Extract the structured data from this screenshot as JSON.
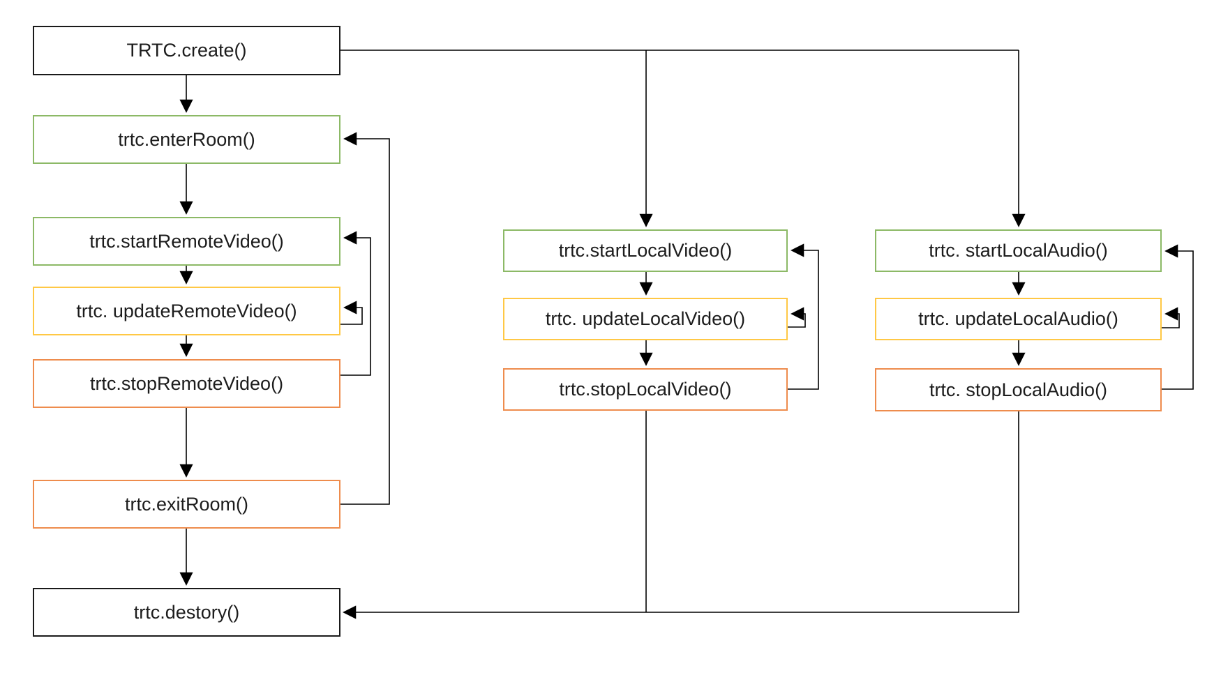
{
  "diagram": {
    "title": "TRTC API lifecycle flowchart",
    "colors": {
      "lifecycle_border": "#1a1a1a",
      "start_border": "#8CB966",
      "update_border": "#FFC845",
      "stop_border": "#EE8C4D",
      "connector": "#000000",
      "background": "#ffffff",
      "text": "#1c1c1c"
    },
    "nodes": {
      "create": {
        "label": "TRTC.create()"
      },
      "enterRoom": {
        "label": "trtc.enterRoom()"
      },
      "startRemoteVideo": {
        "label": "trtc.startRemoteVideo()"
      },
      "updateRemoteVideo": {
        "label": "trtc. updateRemoteVideo()"
      },
      "stopRemoteVideo": {
        "label": "trtc.stopRemoteVideo()"
      },
      "exitRoom": {
        "label": "trtc.exitRoom()"
      },
      "destory": {
        "label": "trtc.destory()"
      },
      "startLocalVideo": {
        "label": "trtc.startLocalVideo()"
      },
      "updateLocalVideo": {
        "label": "trtc. updateLocalVideo()"
      },
      "stopLocalVideo": {
        "label": "trtc.stopLocalVideo()"
      },
      "startLocalAudio": {
        "label": "trtc. startLocalAudio()"
      },
      "updateLocalAudio": {
        "label": "trtc. updateLocalAudio()"
      },
      "stopLocalAudio": {
        "label": "trtc. stopLocalAudio()"
      }
    },
    "edges": [
      {
        "from": "create",
        "to": "enterRoom",
        "type": "flow"
      },
      {
        "from": "create",
        "to": "startLocalVideo",
        "type": "flow"
      },
      {
        "from": "create",
        "to": "startLocalAudio",
        "type": "flow"
      },
      {
        "from": "enterRoom",
        "to": "startRemoteVideo",
        "type": "flow"
      },
      {
        "from": "startRemoteVideo",
        "to": "updateRemoteVideo",
        "type": "flow"
      },
      {
        "from": "updateRemoteVideo",
        "to": "updateRemoteVideo",
        "type": "self-loop"
      },
      {
        "from": "updateRemoteVideo",
        "to": "stopRemoteVideo",
        "type": "flow"
      },
      {
        "from": "stopRemoteVideo",
        "to": "startRemoteVideo",
        "type": "loop-back"
      },
      {
        "from": "stopRemoteVideo",
        "to": "exitRoom",
        "type": "flow"
      },
      {
        "from": "exitRoom",
        "to": "enterRoom",
        "type": "loop-back"
      },
      {
        "from": "exitRoom",
        "to": "destory",
        "type": "flow"
      },
      {
        "from": "startLocalVideo",
        "to": "updateLocalVideo",
        "type": "flow"
      },
      {
        "from": "updateLocalVideo",
        "to": "updateLocalVideo",
        "type": "self-loop"
      },
      {
        "from": "updateLocalVideo",
        "to": "stopLocalVideo",
        "type": "flow"
      },
      {
        "from": "stopLocalVideo",
        "to": "startLocalVideo",
        "type": "loop-back"
      },
      {
        "from": "stopLocalVideo",
        "to": "destory",
        "type": "flow"
      },
      {
        "from": "startLocalAudio",
        "to": "updateLocalAudio",
        "type": "flow"
      },
      {
        "from": "updateLocalAudio",
        "to": "updateLocalAudio",
        "type": "self-loop"
      },
      {
        "from": "updateLocalAudio",
        "to": "stopLocalAudio",
        "type": "flow"
      },
      {
        "from": "stopLocalAudio",
        "to": "startLocalAudio",
        "type": "loop-back"
      },
      {
        "from": "stopLocalAudio",
        "to": "destory",
        "type": "flow"
      }
    ]
  }
}
